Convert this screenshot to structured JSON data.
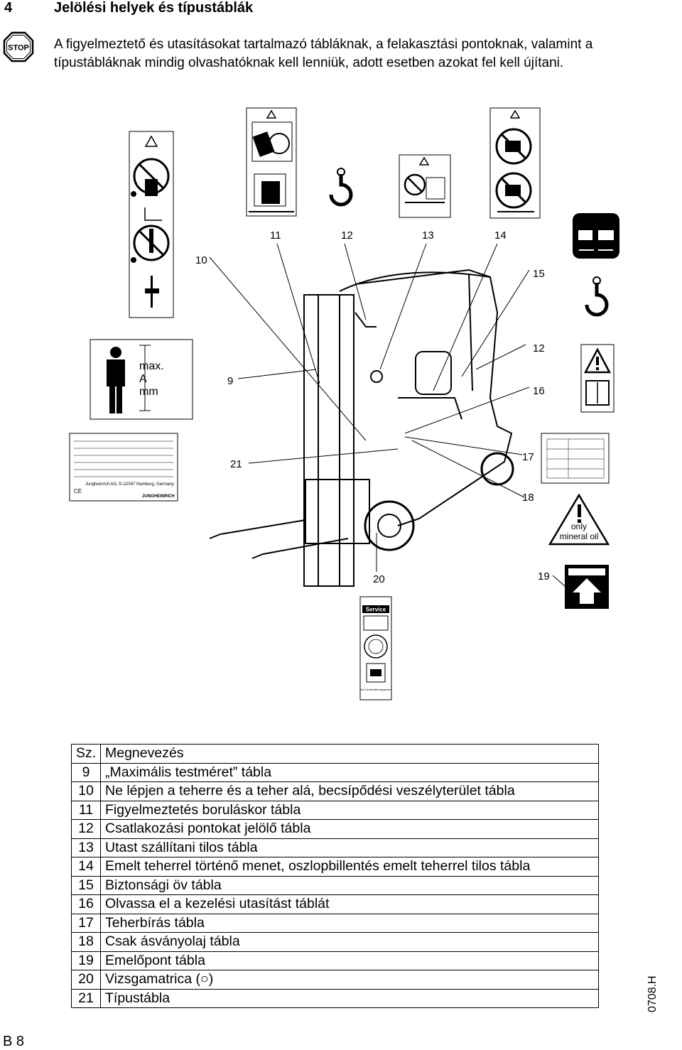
{
  "section": {
    "number": "4",
    "title": "Jelölési helyek és típustáblák"
  },
  "intro": "A figyelmeztető és utasításokat tartalmazó tábláknak, a felakasztási pontoknak, valamint a típustábláknak mindig olvashatóknak kell lenniük, adott esetben azokat fel kell újítani.",
  "icons": {
    "stop": "stop-sign-icon"
  },
  "stop_text": "STOP",
  "diagram": {
    "labels": [
      "10",
      "11",
      "12",
      "13",
      "14",
      "15",
      "12",
      "9",
      "16",
      "21",
      "17",
      "18",
      "20",
      "19"
    ],
    "sign9": {
      "line1": "max.",
      "line2": "A",
      "line3": "mm"
    },
    "sign18": {
      "line1": "only",
      "line2": "mineral oil"
    },
    "typeplate_address": "Jungheinrich AG, D-22047 Hamburg, Germany",
    "typeplate_brand": "JUNGHEINRICH",
    "typeplate_ce": "CE",
    "service_label": "Service",
    "service_footer": "Ihr Kundendienstpartner"
  },
  "legend": {
    "header": {
      "num": "Sz.",
      "name": "Megnevezés"
    },
    "rows": [
      {
        "num": "9",
        "name": "„Maximális testméret” tábla"
      },
      {
        "num": "10",
        "name": "Ne lépjen a teherre és a teher alá, becsípődési veszélyterület tábla"
      },
      {
        "num": "11",
        "name": "Figyelmeztetés boruláskor tábla"
      },
      {
        "num": "12",
        "name": "Csatlakozási pontokat jelölő tábla"
      },
      {
        "num": "13",
        "name": "Utast szállítani tilos tábla"
      },
      {
        "num": "14",
        "name": "Emelt teherrel történő menet, oszlopbillentés emelt teherrel tilos tábla"
      },
      {
        "num": "15",
        "name": "Biztonsági öv tábla"
      },
      {
        "num": "16",
        "name": "Olvassa el a kezelési utasítást táblát"
      },
      {
        "num": "17",
        "name": "Teherbírás tábla"
      },
      {
        "num": "18",
        "name": "Csak ásványolaj tábla"
      },
      {
        "num": "19",
        "name": "Emelőpont tábla"
      },
      {
        "num": "20",
        "name": "Vizsgamatrica (○)"
      },
      {
        "num": "21",
        "name": "Típustábla"
      }
    ]
  },
  "side_code": "0708.H",
  "page_number": "B 8"
}
